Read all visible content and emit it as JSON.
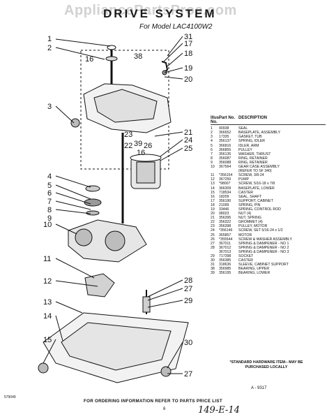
{
  "watermark": "AppliancePartsPros.com",
  "header": {
    "title": "DRIVE SYSTEM",
    "model": "For Model LAC4100W2"
  },
  "callouts": {
    "left": [
      "1",
      "2",
      "3",
      "4",
      "5",
      "6",
      "7",
      "8",
      "9",
      "10",
      "11",
      "12",
      "13",
      "14",
      "15"
    ],
    "right": [
      "31",
      "17",
      "18",
      "19",
      "20",
      "21",
      "24",
      "25",
      "28",
      "27",
      "29",
      "30",
      "27"
    ],
    "inner": [
      "16",
      "38",
      "23",
      "39",
      "22",
      "26",
      "16"
    ]
  },
  "parts_list": {
    "headers": {
      "no": "Illus. No.",
      "part": "Part No.",
      "desc": "DESCRIPTION"
    },
    "rows": [
      {
        "no": "1",
        "part": "90938",
        "desc": "SEAL"
      },
      {
        "no": "2",
        "part": "366652",
        "desc": "BASEPLATE, ASSEMBLY"
      },
      {
        "no": "3",
        "part": "17335",
        "desc": "GASKET, TUB"
      },
      {
        "no": "4",
        "part": "356137",
        "desc": "SPRING, IDLER"
      },
      {
        "no": "5",
        "part": "366816",
        "desc": "IDLER, ARM"
      },
      {
        "no": "6",
        "part": "366855",
        "desc": "PULLEY"
      },
      {
        "no": "7",
        "part": "356135",
        "desc": "WASHER, THRUST"
      },
      {
        "no": "8",
        "part": "356087",
        "desc": "RING, RETAINER"
      },
      {
        "no": "9",
        "part": "356088",
        "desc": "RING, RETAINER"
      },
      {
        "no": "10",
        "part": "367564",
        "desc": "GEAR CASE ASSEMBLY"
      },
      {
        "no": "",
        "part": "",
        "desc": "(REFER TO SF 340)"
      },
      {
        "no": "11",
        "part": "*356154",
        "desc": "SCREW, 3/8-24"
      },
      {
        "no": "12",
        "part": "367250",
        "desc": "PUMP"
      },
      {
        "no": "13",
        "part": "*98007",
        "desc": "SCREW, 5/16-18 x 7/8"
      },
      {
        "no": "14",
        "part": "366309",
        "desc": "BASEPLATE, LOWER"
      },
      {
        "no": "15",
        "part": "718534",
        "desc": "CASTER"
      },
      {
        "no": "16",
        "part": "18209",
        "desc": "SEAL, SHAFT"
      },
      {
        "no": "17",
        "part": "356190",
        "desc": "SUPPORT, CABINET"
      },
      {
        "no": "18",
        "part": "21099",
        "desc": "SPRING, PIN"
      },
      {
        "no": "19",
        "part": "33446",
        "desc": "SPRING, CONTROL ROD"
      },
      {
        "no": "20",
        "part": "98023",
        "desc": "NUT (4)"
      },
      {
        "no": "21",
        "part": "356395",
        "desc": "NUT, SPRING"
      },
      {
        "no": "22",
        "part": "356322",
        "desc": "GROMMET (4)"
      },
      {
        "no": "23",
        "part": "356398",
        "desc": "PULLEY, MOTOR"
      },
      {
        "no": "24",
        "part": "*356146",
        "desc": "SCREW, SET 5/16-24 x 1/2"
      },
      {
        "no": "25",
        "part": "365857",
        "desc": "MOTOR"
      },
      {
        "no": "26",
        "part": "*355544",
        "desc": "SCREW & WASHER ASSEMBLY"
      },
      {
        "no": "27",
        "part": "367011",
        "desc": "SPRING & DAMPENER - NO 1"
      },
      {
        "no": "28",
        "part": "367012",
        "desc": "SPRING & DAMPENER - NO 2"
      },
      {
        "no": "",
        "part": "367013",
        "desc": "SPRING & DAMPENER - NO 3"
      },
      {
        "no": "29",
        "part": "717398",
        "desc": "SOCKET"
      },
      {
        "no": "30",
        "part": "356385",
        "desc": "CASTER"
      },
      {
        "no": "31",
        "part": "318636",
        "desc": "SLEEVE, CABINET SUPPORT"
      },
      {
        "no": "38",
        "part": "356985",
        "desc": "BEARING, UPPER"
      },
      {
        "no": "39",
        "part": "356195",
        "desc": "BEARING, LOWER"
      }
    ]
  },
  "note": "*STANDARD HARDWARE ITEM-- MAY BE PURCHASED LOCALLY",
  "figure_code": "A - 9317",
  "footer": {
    "order_info": "FOR ORDERING INFORMATION REFER TO PARTS PRICE LIST",
    "page_code": "579049",
    "page_number": "6",
    "handwritten": "149-E-14"
  }
}
